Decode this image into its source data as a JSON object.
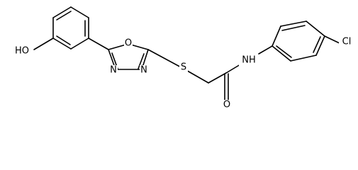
{
  "molecule": {
    "atom_labels": {
      "hydroxyl": "HO",
      "ring_oxygen": "O",
      "ring_nitrogen_left": "N",
      "ring_nitrogen_right": "N",
      "thioether_sulfur": "S",
      "amide_nitrogen": "NH",
      "carbonyl_oxygen": "O",
      "chlorine": "Cl"
    }
  }
}
